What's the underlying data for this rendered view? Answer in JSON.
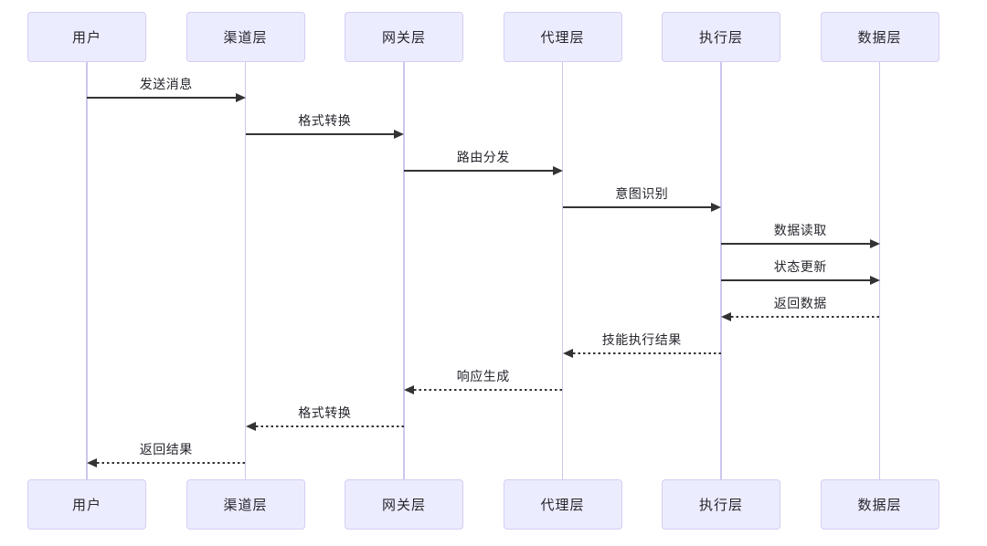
{
  "diagram": {
    "type": "sequence",
    "actors": [
      {
        "id": "user",
        "label": "用户"
      },
      {
        "id": "channel",
        "label": "渠道层"
      },
      {
        "id": "gateway",
        "label": "网关层"
      },
      {
        "id": "agent",
        "label": "代理层"
      },
      {
        "id": "executor",
        "label": "执行层"
      },
      {
        "id": "data",
        "label": "数据层"
      }
    ],
    "messages": [
      {
        "from": 0,
        "to": 1,
        "label": "发送消息",
        "style": "solid"
      },
      {
        "from": 1,
        "to": 2,
        "label": "格式转换",
        "style": "solid"
      },
      {
        "from": 2,
        "to": 3,
        "label": "路由分发",
        "style": "solid"
      },
      {
        "from": 3,
        "to": 4,
        "label": "意图识别",
        "style": "solid"
      },
      {
        "from": 4,
        "to": 5,
        "label": "数据读取",
        "style": "solid"
      },
      {
        "from": 4,
        "to": 5,
        "label": "状态更新",
        "style": "solid"
      },
      {
        "from": 5,
        "to": 4,
        "label": "返回数据",
        "style": "dashed"
      },
      {
        "from": 4,
        "to": 3,
        "label": "技能执行结果",
        "style": "dashed"
      },
      {
        "from": 3,
        "to": 2,
        "label": "响应生成",
        "style": "dashed"
      },
      {
        "from": 2,
        "to": 1,
        "label": "格式转换",
        "style": "dashed"
      },
      {
        "from": 1,
        "to": 0,
        "label": "返回结果",
        "style": "dashed"
      }
    ],
    "colors": {
      "background": "#FFFFFF",
      "actor_fill": "#ECECFF",
      "actor_border": "#D5CEF3",
      "lifeline": "#CBC7EC",
      "message_line": "#333333",
      "text": "#26262E"
    }
  }
}
